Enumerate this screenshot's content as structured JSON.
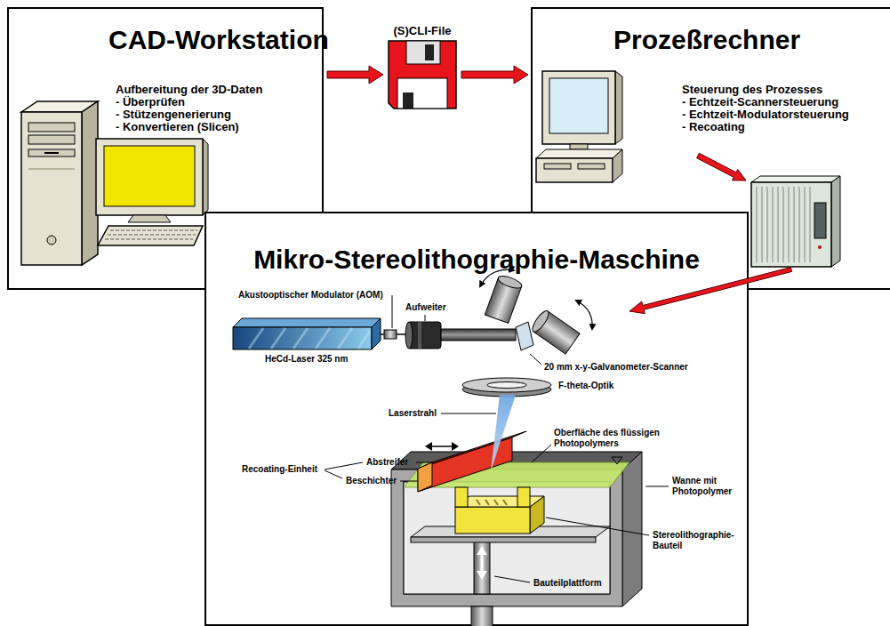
{
  "diagram": {
    "nodes": [
      {
        "text": [
          "CAD-Workstation",
          "Aufbereitung der 3D-Daten",
          "- Überprüfen",
          "- Stützengenerierung",
          "- Konvertieren (Slicen)"
        ]
      },
      {
        "text": [
          "(S)CLI-File"
        ]
      },
      {
        "text": [
          "Prozeßrechner",
          "Steuerung des Prozesses",
          "- Echtzeit-Scannersteuerung",
          "- Echtzeit-Modulatorsteuerung",
          "- Recoating"
        ]
      },
      {
        "text": [
          "Mikro-Stereolithographie-Maschine"
        ]
      }
    ],
    "edges": [
      {
        "from": 0,
        "to": 1,
        "arrow": "to"
      },
      {
        "from": 1,
        "to": 2,
        "arrow": "to"
      }
    ],
    "labels": [
      "Akustooptischer Modulator (AOM)",
      "Aufweiter",
      "20 mm x-y-Galvanometer-Scanner",
      "HeCd-Laser 325 nm",
      "F-theta-Optik",
      "Laserstrahl",
      "Oberfläche des flüssigen Photopolymers",
      "Recoating-Einheit",
      "Abstreifer",
      "Beschichter",
      "Wanne mit Photopolymer",
      "Stereolithographie- Bauteil",
      "Bauteilplattform"
    ]
  }
}
